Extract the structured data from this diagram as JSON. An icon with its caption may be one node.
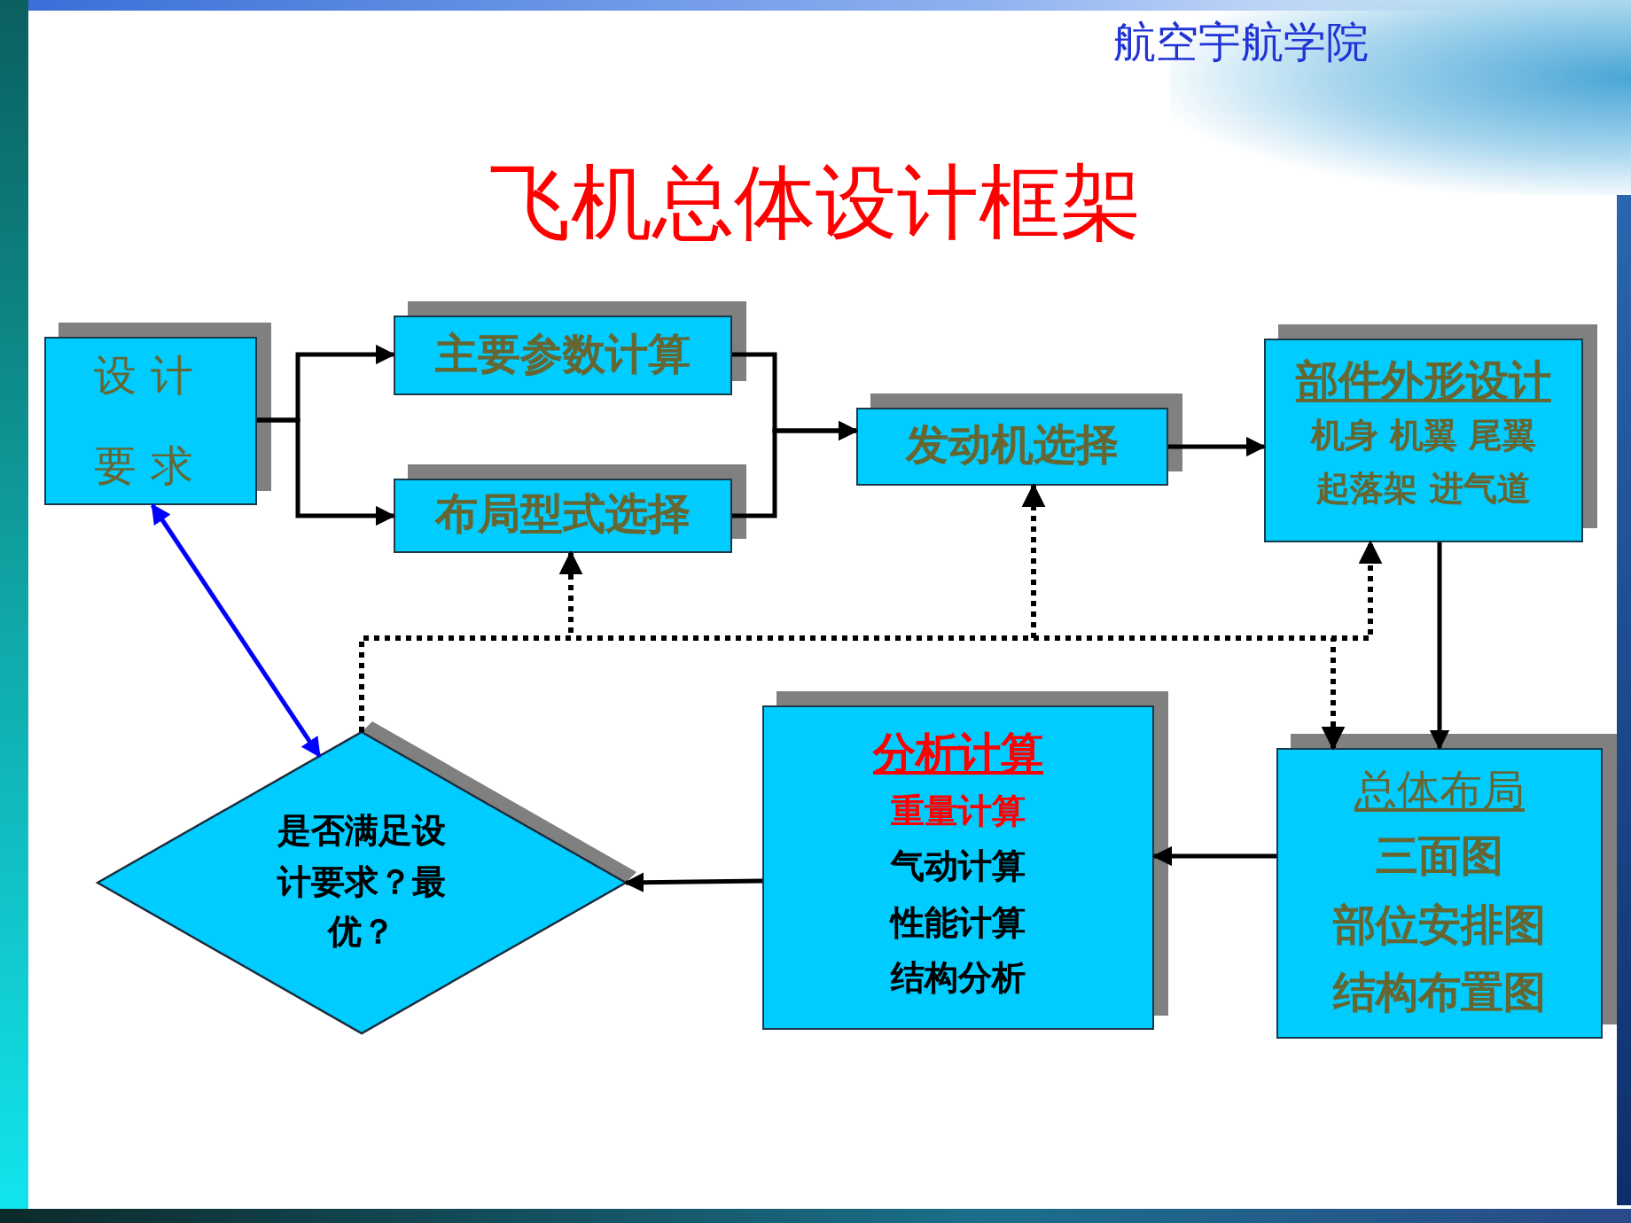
{
  "diagram": {
    "title": "飞机总体设计框架",
    "nodes": [
      {
        "text": [
          "设计要求"
        ]
      },
      {
        "text": [
          "主要参数计算"
        ]
      },
      {
        "text": [
          "布局型式选择"
        ]
      },
      {
        "text": [
          "发动机选择"
        ]
      },
      {
        "text": [
          "部件外形设计",
          "机身 机翼 尾翼",
          "起落架 进气道"
        ]
      },
      {
        "text": [
          "总体布局",
          "三面图",
          "部位安排图",
          "结构布置图"
        ]
      },
      {
        "text": [
          "分析计算",
          "重量计算",
          "气动计算",
          "性能计算",
          "结构分析"
        ]
      },
      {
        "text": [
          "是否满足设计要求？最优？"
        ]
      }
    ],
    "edges": [
      {
        "from": 0,
        "to": 1,
        "arrow": "to"
      },
      {
        "from": 0,
        "to": 2,
        "arrow": "to"
      },
      {
        "from": 1,
        "to": 3,
        "arrow": "to"
      },
      {
        "from": 2,
        "to": 3,
        "arrow": "to"
      },
      {
        "from": 3,
        "to": 4,
        "arrow": "to"
      },
      {
        "from": 4,
        "to": 5,
        "arrow": "to"
      },
      {
        "from": 5,
        "to": 6,
        "arrow": "to"
      },
      {
        "from": 6,
        "to": 7,
        "arrow": "to"
      },
      {
        "from": 7,
        "to": 0,
        "arrow": "both",
        "color": "#0000ff"
      },
      {
        "from": 7,
        "to": 2,
        "arrow": "to",
        "style": "dashed"
      },
      {
        "from": 7,
        "to": 3,
        "arrow": "to",
        "style": "dashed"
      },
      {
        "from": 7,
        "to": 4,
        "arrow": "to",
        "style": "dashed"
      },
      {
        "from": 7,
        "to": 5,
        "arrow": "to",
        "style": "dashed"
      }
    ],
    "labels": [
      "航空宇航学院"
    ]
  }
}
